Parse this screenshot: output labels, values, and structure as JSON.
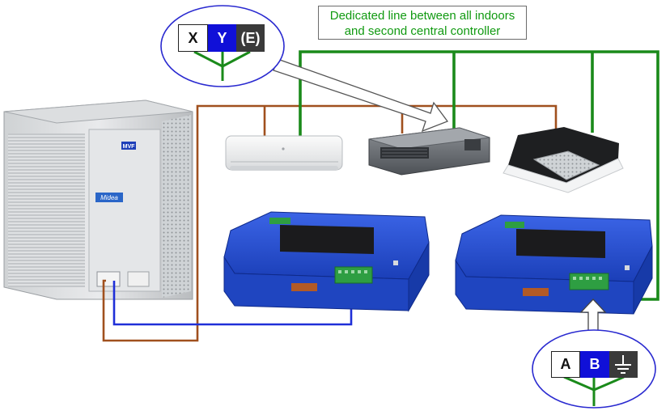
{
  "callout": {
    "line1": "Dedicated line between all indoors",
    "line2": "and second central controller"
  },
  "terminals_top": [
    "X",
    "Y",
    "(E)"
  ],
  "terminals_bottom": [
    "A",
    "B"
  ],
  "colors": {
    "power_line": "#a0501e",
    "dedicated_line": "#1a8a1a",
    "comm_line": "#1f2fd8",
    "controller_body": "#2a4fd0",
    "terminal_y": "#1010d8",
    "terminal_dark": "#3a3a3a",
    "ellipse_border": "#2a2ad0"
  },
  "outdoor_unit": {
    "brand_badge": "MVF",
    "brand_logo": "Midea"
  }
}
